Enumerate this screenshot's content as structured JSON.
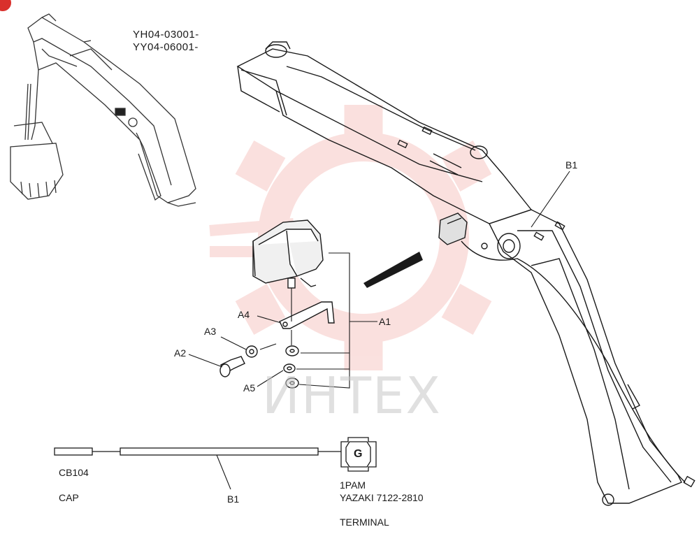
{
  "serials": {
    "line1": "YH04-03001-",
    "line2": "YY04-06001-"
  },
  "callouts": {
    "b1_top": "B1",
    "a1": "A1",
    "a2": "A2",
    "a3": "A3",
    "a4": "A4",
    "a5": "A5"
  },
  "harness": {
    "cap_code": "CB104",
    "cap_label": "CAP",
    "wire_label": "B1",
    "connector_letter": "G",
    "connector_code": "1PAM",
    "connector_part": "YAZAKI 7122-2810",
    "terminal_label": "TERMINAL"
  },
  "watermark": {
    "text": "ИНТЕХ",
    "color": "#f2b8b4"
  },
  "colors": {
    "line": "#1a1a1a",
    "badge": "#d9302c"
  }
}
